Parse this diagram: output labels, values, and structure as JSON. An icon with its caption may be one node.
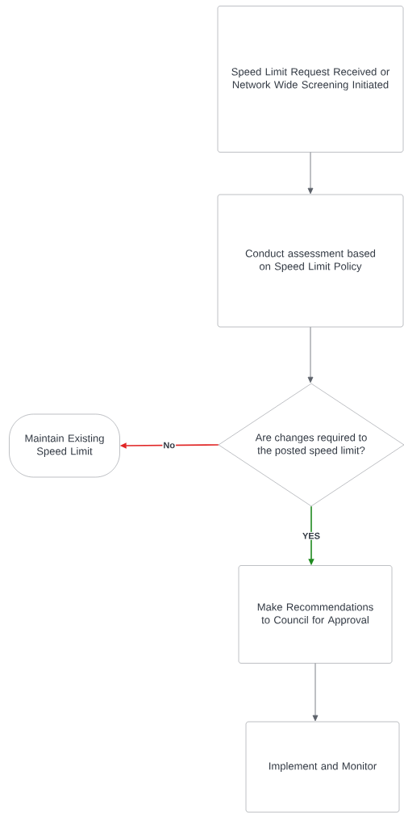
{
  "diagram": {
    "nodes": [
      {
        "text": [
          "Speed Limit Request Received or Network Wide Screening Initiated"
        ]
      },
      {
        "text": [
          "Conduct assessment based on Speed Limit Policy"
        ]
      },
      {
        "text": [
          "Are changes required to the posted speed limit?"
        ]
      },
      {
        "text": [
          "Maintain Existing Speed Limit"
        ]
      },
      {
        "text": [
          "Make Recommendations to Council for Approval"
        ]
      },
      {
        "text": [
          "Implement and Monitor"
        ]
      }
    ],
    "edges": [
      {
        "from": 0,
        "to": 1,
        "arrow": "to"
      },
      {
        "from": 1,
        "to": 2,
        "arrow": "to"
      },
      {
        "from": 2,
        "to": 3,
        "arrow": "to",
        "label": "No",
        "color": "#e02424"
      },
      {
        "from": 2,
        "to": 4,
        "arrow": "to",
        "label": "YES",
        "color": "#1f8a1f"
      },
      {
        "from": 4,
        "to": 5,
        "arrow": "to"
      }
    ]
  }
}
